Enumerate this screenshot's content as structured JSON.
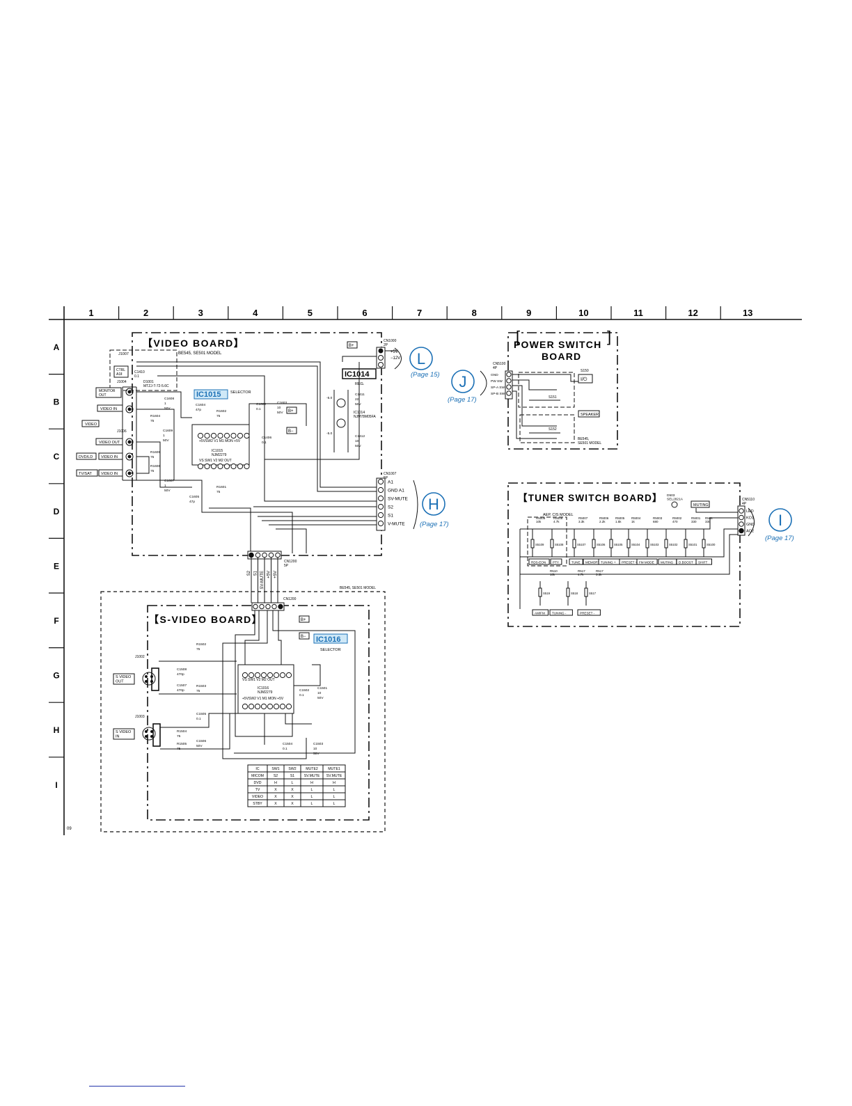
{
  "grid": {
    "columns": [
      "1",
      "2",
      "3",
      "4",
      "5",
      "6",
      "7",
      "8",
      "9",
      "10",
      "11",
      "12",
      "13"
    ],
    "rows": [
      "A",
      "B",
      "C",
      "D",
      "E",
      "F",
      "G",
      "H",
      "I"
    ]
  },
  "video_board": {
    "title": "【VIDEO BOARD】",
    "model_note": "BE545, SE501 MODEL",
    "ic1015": {
      "name": "IC1015",
      "role": "SELECTOR",
      "part": "IC1015\nNJM2279",
      "pins_top": "+5VSW2 V1 M1 MON  +5V",
      "pins_bottom": "VS SW1 V2 M2 OUT"
    },
    "ic1014": {
      "name": "IC1014",
      "role": "REG.",
      "part": "IC1014\nNJM78M05FA"
    },
    "labels": {
      "j1007": "J1007",
      "ctrl_a1": "CTRL\nA1Ⅱ",
      "j1004": "J1004",
      "j1006": "J1006",
      "monitor_out": "MONITOR\nOUT",
      "video_in": "VIDEO IN",
      "video": "VIDEO",
      "video_out": "VIDEO OUT",
      "dvd_ld": "DVD/LD",
      "video_in_2": "VIDEO IN",
      "tv_sat": "TV/SAT",
      "video_in_3": "VIDEO IN",
      "d1001": "D1001\nMTZJ-T-72-5.6C",
      "c1410": "C1410\n0.1",
      "minus5v_a": "-5.0",
      "minus5v_b": "-5.0",
      "r1604": "R1604\n75",
      "r1605": "R1605\n75",
      "r1606": "R1606\n75",
      "c1609": "C1609\n1\n50V",
      "c1608": "C1608\n1\n50V",
      "c1607": "C1607\n1\n50V",
      "c1604": "C1604\n47p",
      "c1605": "C1605\n47p",
      "r1602": "R1602\n75",
      "r1601": "R1601\n75",
      "c1602": "C1602\n0.1",
      "c1603": "C1603\n10\n50V",
      "c1406": "C1406\n0.1",
      "c1411": "C1411\n22\n50V",
      "c1412": "C1412\n10\n50V",
      "b_plus": "B+",
      "b_minus": "B−",
      "b_plus_box": "B+"
    }
  },
  "cn1000": {
    "ref": "CN1000\n2P",
    "pins": [
      "+5V",
      "−12V"
    ]
  },
  "cn1007": {
    "ref": "CN1007\n5P",
    "pins": [
      "A1",
      "GND A1",
      "SV-MUTE",
      "S2",
      "S1",
      "V-MUTE"
    ]
  },
  "cn1200": {
    "ref": "CN1200\n5P",
    "pins": [
      "S2",
      "S1",
      "SV-MUTE",
      "+5V",
      "+5V"
    ]
  },
  "page_refs": [
    {
      "letter": "L",
      "page": "(Page 15)"
    },
    {
      "letter": "J",
      "page": "(Page 17)"
    },
    {
      "letter": "H",
      "page": "(Page 17)"
    },
    {
      "letter": "I",
      "page": "(Page 17)"
    }
  ],
  "power_switch_board": {
    "title_line1": "POWER SWITCH",
    "title_line2": "BOARD",
    "connector": "CN5100\n4P",
    "pins": [
      "GND",
      "PW SW",
      "SP-A SW",
      "SP-B SW"
    ],
    "switches": [
      "S150",
      "S151",
      "S152"
    ],
    "speakers": "SPEAKER",
    "model_note": "BE545,\nSE501 MODEL",
    "power_symbol": "I/⏻"
  },
  "tuner_switch_board": {
    "title": "【TUNER SWITCH BOARD】",
    "connector": "CN5110\n4P",
    "pins": [
      "LED",
      "KO1",
      "GND",
      "AO2"
    ],
    "led": "D503\nSEL2821A",
    "muting_label": "MUTING",
    "model_note": "AEP, CIS MODEL",
    "resistors": [
      "R5009\n10k",
      "R5008\n4.7k",
      "R5007\n3.3k",
      "R5006\n2.2k",
      "R5005\n1.5k",
      "R5004\n1k",
      "R5003\n680",
      "R5002\n470",
      "R5001\n330",
      "R501\n330"
    ],
    "switch_ids": [
      "S5109",
      "S5108",
      "S5107",
      "S5106",
      "S5105",
      "S5104",
      "S5103",
      "S5102",
      "S5101",
      "S5100"
    ],
    "buttons": [
      "RDS-EON",
      "PTY",
      "TUNE",
      "MEMORY",
      "TUNING +",
      "PRESET +",
      "FM MODE",
      "MUTING",
      "D.BOOST",
      "SHIFT"
    ],
    "lower_resistors": [
      "R510\n10k",
      "R517\n4.7k",
      "R517\n3.3k"
    ],
    "lower_switches": [
      "S519",
      "S518",
      "S517"
    ],
    "lower_buttons": [
      "AM/FM",
      "TUNING -",
      "PRESET -"
    ]
  },
  "svideo_board": {
    "title": "【S-VIDEO BOARD】",
    "model_note": "BE545, SE501 MODEL",
    "connector": "CN1200",
    "ic1016": {
      "name": "IC1016",
      "role": "SELECTOR",
      "part": "IC1016\nNJM2279",
      "pins_top": "VS SW1 V2 M2 OUT",
      "pins_bottom": "+5VSW2 V1 M1 MON  +5V"
    },
    "labels": {
      "j1002": "J1002",
      "j1003": "J1003",
      "s_video_out": "S VIDEO\nOUT",
      "s_video_in": "S VIDEO\nIN",
      "r1502": "R1502\n75",
      "r1503": "R1503\n75",
      "r1504": "R1504\n75",
      "r1505": "R1505\n75",
      "c1508": "C1508\n470p",
      "c1507": "C1507\n470p",
      "c1505": "C1505\n0.1",
      "c1506": "C1506\n50V",
      "c1502": "C1502\n0.1",
      "c1501": "C1501\n10\n50V",
      "c1504": "C1504\n0.1",
      "c1503": "C1503\n10\n50V",
      "b_plus": "B+",
      "b_minus": "B−"
    },
    "truth_table": {
      "headers": [
        "IC",
        "SW1",
        "SW2",
        "MUTE2",
        "MUTE1"
      ],
      "subheaders": [
        "MICOM",
        "S2",
        "S1",
        "SV.MUTE",
        "SV.MUTE"
      ],
      "rows": [
        [
          "DVD",
          "H",
          "L",
          "H",
          "H"
        ],
        [
          "TV",
          "X",
          "X",
          "L",
          "L"
        ],
        [
          "VIDEO",
          "X",
          "X",
          "L",
          "L"
        ],
        [
          "STBY",
          "X",
          "X",
          "L",
          "L"
        ]
      ]
    }
  },
  "footer": {
    "page_code": "09"
  },
  "colors": {
    "accent": "#1a6fb5",
    "ink": "#111111",
    "highlight_bg": "#cfe8f7"
  }
}
